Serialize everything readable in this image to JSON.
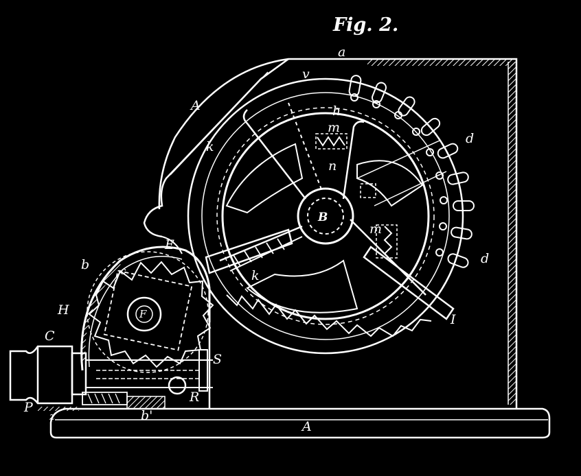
{
  "figure": {
    "title": "Fig. 2.",
    "ink_color": "#ffffff",
    "background_color": "#000000"
  },
  "labels": {
    "a": "a",
    "A_upper": "A",
    "k": "k",
    "v": "v",
    "h": "h",
    "m_upper": "m",
    "n": "n",
    "d_top": "d",
    "d_bottom": "d",
    "B": "B",
    "m_lower": "m",
    "k_lower": "k",
    "I": "I",
    "b": "b",
    "E": "E",
    "H": "H",
    "F": "F",
    "c": "c",
    "C": "C",
    "P": "P",
    "R": "R",
    "S": "S",
    "b_prime": "b'",
    "A_base": "A",
    "z": "z"
  }
}
